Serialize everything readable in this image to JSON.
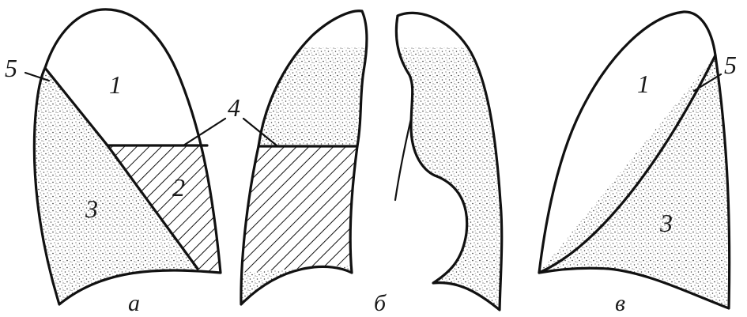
{
  "figure": {
    "panel_labels": [
      "а",
      "б",
      "в"
    ],
    "left_lung": {
      "region_1": "1",
      "region_2": "2",
      "region_3": "3",
      "callout_4": "4",
      "callout_5": "5"
    },
    "right_lung": {
      "region_1": "1",
      "region_3": "3",
      "callout_5": "5"
    }
  }
}
